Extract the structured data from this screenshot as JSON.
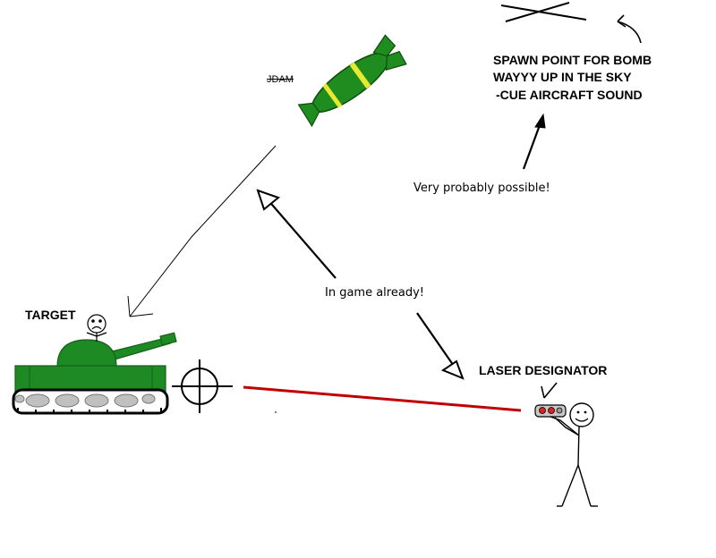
{
  "labels": {
    "target": "TARGET",
    "jdam_crossed": "JDAM",
    "spawn_line1": "SPAWN POINT FOR BOMB",
    "spawn_line2": "WAYYY UP IN THE SKY",
    "spawn_line3": "-CUE AIRCRAFT SOUND",
    "very_probably": "Very probably possible!",
    "in_game": "In game already!",
    "laser_designator": "LASER DESIGNATOR"
  },
  "colors": {
    "tank_green": "#1e8a24",
    "tank_dark": "#146018",
    "bomb_green": "#1f8c1f",
    "bomb_band": "#e8e830",
    "laser_red": "#c00000",
    "wheel_grey": "#c0c0c0",
    "binocular_red": "#e02020"
  }
}
